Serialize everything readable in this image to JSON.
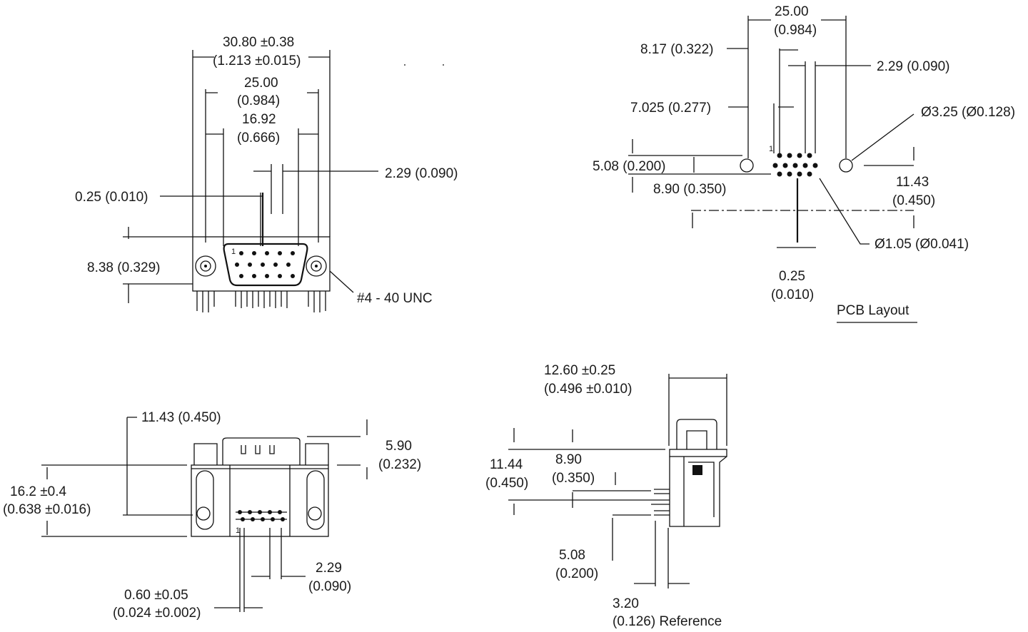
{
  "front_view": {
    "overall_width": "30.80 ±0.38",
    "overall_width_in": "(1.213 ±0.015)",
    "mount_spacing": "25.00",
    "mount_spacing_in": "(0.984)",
    "shell_width": "16.92",
    "shell_width_in": "(0.666)",
    "pin_pitch": "2.29 (0.090)",
    "row_offset": "0.25 (0.010)",
    "height": "8.38 (0.329)",
    "thread": "#4 - 40 UNC",
    "pin_marker": "1"
  },
  "pcb_layout": {
    "title": "PCB Layout",
    "hole_spacing": "25.00",
    "hole_spacing_in": "(0.984)",
    "offset_a": "8.17 (0.322)",
    "pin_pitch": "2.29 (0.090)",
    "offset_b": "7.025 (0.277)",
    "mount_hole": "Ø3.25 (Ø0.128)",
    "row_spacing": "5.08 (0.200)",
    "row_offset": "8.90 (0.350)",
    "depth": "11.43",
    "depth_in": "(0.450)",
    "pin_hole": "Ø1.05 (Ø0.041)",
    "stagger": "0.25",
    "stagger_in": "(0.010)",
    "pin_marker": "1"
  },
  "bottom_view": {
    "depth": "11.43 (0.450)",
    "shell_height": "5.90",
    "shell_height_in": "(0.232)",
    "total_height": "16.2 ±0.4",
    "total_height_in": "(0.638 ±0.016)",
    "pin_pitch": "2.29",
    "pin_pitch_in": "(0.090)",
    "pin_dia": "0.60 ±0.05",
    "pin_dia_in": "(0.024 ±0.002)",
    "pin_marker": "1"
  },
  "side_view": {
    "width": "12.60 ±0.25",
    "width_in": "(0.496 ±0.010)",
    "height": "11.44",
    "height_in": "(0.450)",
    "pin_height": "8.90",
    "pin_height_in": "(0.350)",
    "row_spacing": "5.08",
    "row_spacing_in": "(0.200)",
    "reference": "3.20",
    "reference_in": "(0.126) Reference"
  }
}
